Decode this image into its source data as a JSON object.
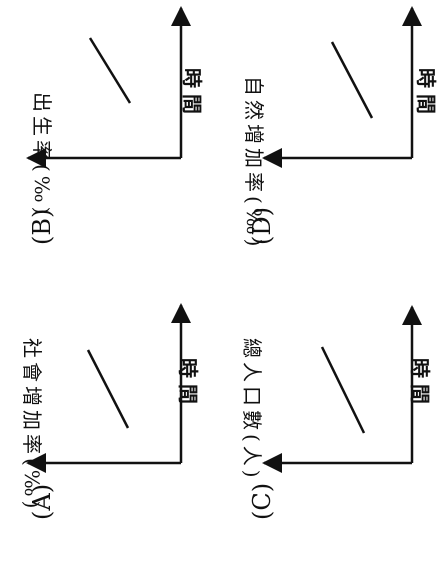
{
  "colors": {
    "ink": "#111111",
    "paper": "#ffffff"
  },
  "options": [
    {
      "letter": "(A)",
      "ylabel": "社會增加率(‰)",
      "xlabel": "時間",
      "trend": "increasing"
    },
    {
      "letter": "(B)",
      "ylabel": "出生率(‰)",
      "xlabel": "時間",
      "trend": "increasing"
    },
    {
      "letter": "(C)",
      "ylabel": "總人口數(人)",
      "xlabel": "時間",
      "trend": "increasing"
    },
    {
      "letter": "(D)",
      "ylabel": "自然增加率(‰)",
      "xlabel": "時間",
      "trend": "increasing"
    }
  ]
}
